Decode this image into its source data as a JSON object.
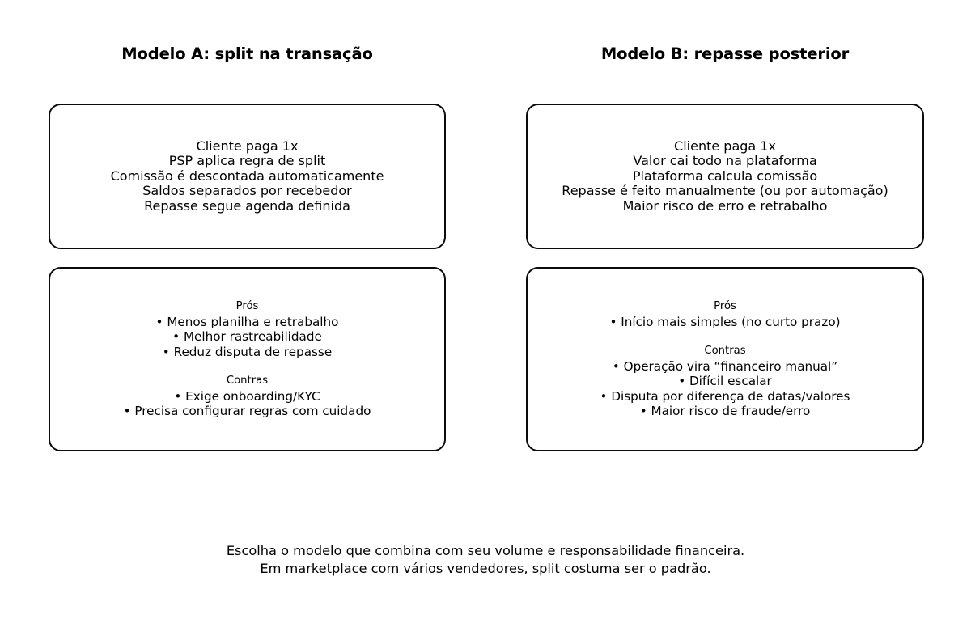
{
  "columns": [
    {
      "title": "Modelo A: split na transação",
      "flow": {
        "lines": [
          "Cliente paga 1x",
          "PSP aplica regra de split",
          "Comissão é descontada automaticamente",
          "Saldos separados por recebedor",
          "Repasse segue agenda definida"
        ]
      },
      "pros": {
        "heading": "Prós",
        "items": [
          "• Menos planilha e retrabalho",
          "• Melhor rastreabilidade",
          "• Reduz disputa de repasse"
        ]
      },
      "cons": {
        "heading": "Contras",
        "items": [
          "• Exige onboarding/KYC",
          "• Precisa configurar regras com cuidado"
        ]
      }
    },
    {
      "title": "Modelo B: repasse posterior",
      "flow": {
        "lines": [
          "Cliente paga 1x",
          "Valor cai todo na plataforma",
          "Plataforma calcula comissão",
          "Repasse é feito manualmente (ou por automação)",
          "Maior risco de erro e retrabalho"
        ]
      },
      "pros": {
        "heading": "Prós",
        "items": [
          "• Início mais simples (no curto prazo)"
        ]
      },
      "cons": {
        "heading": "Contras",
        "items": [
          "• Operação vira “financeiro manual”",
          "• Difícil escalar",
          "• Disputa por diferença de datas/valores",
          "• Maior risco de fraude/erro"
        ]
      }
    }
  ],
  "footer": {
    "line1": "Escolha o modelo que combina com seu volume e responsabilidade financeira.",
    "line2": "Em marketplace com vários vendedores, split costuma ser o padrão."
  },
  "colors": {
    "background": "#ffffff",
    "text": "#000000",
    "card_border": "#0b0b0b"
  }
}
